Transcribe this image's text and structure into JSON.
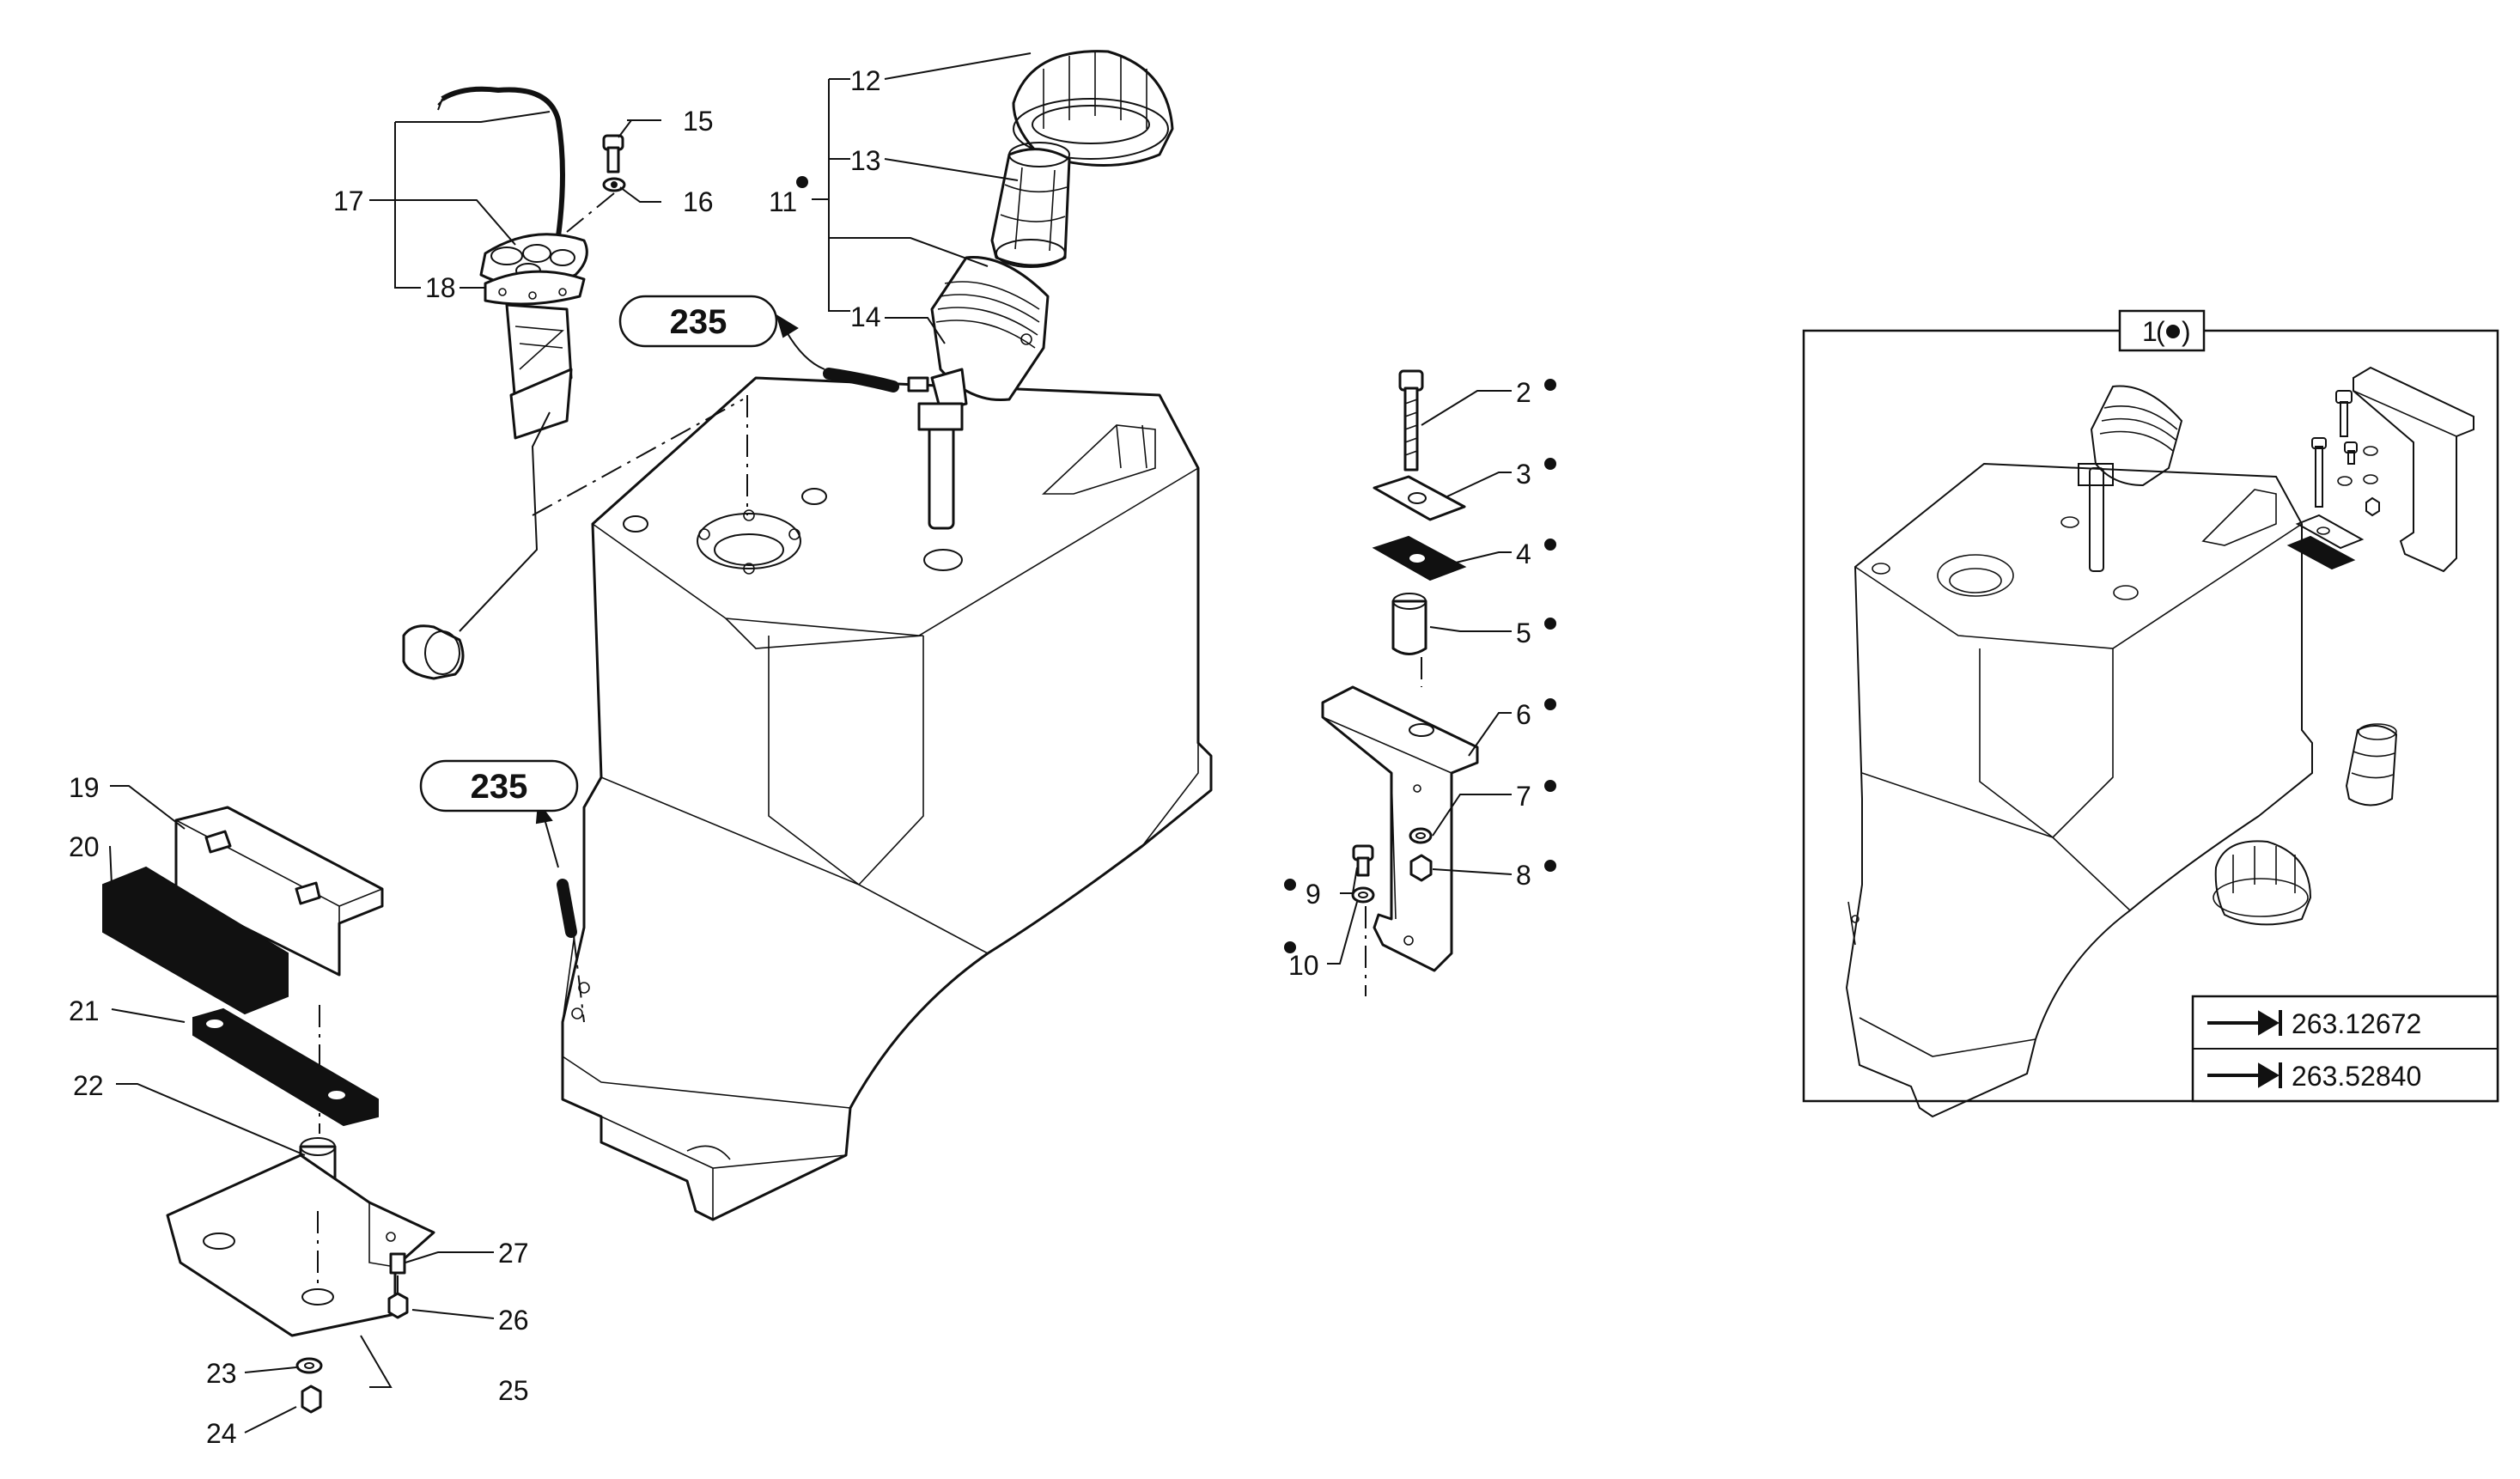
{
  "labels": {
    "l1": "1",
    "l2": "2",
    "l3": "3",
    "l4": "4",
    "l5": "5",
    "l6": "6",
    "l7": "7",
    "l8": "8",
    "l9": "9",
    "l10": "10",
    "l11": "11",
    "l12": "12",
    "l13": "13",
    "l14": "14",
    "l15": "15",
    "l16": "16",
    "l17": "17",
    "l18": "18",
    "l19": "19",
    "l20": "20",
    "l21": "21",
    "l22": "22",
    "l23": "23",
    "l24": "24",
    "l25": "25",
    "l26": "26",
    "l27": "27"
  },
  "references": {
    "upper": "235",
    "lower": "235"
  },
  "detail_box": {
    "references": [
      "263.12672",
      "263.52840"
    ]
  },
  "colors": {
    "line": "#111111",
    "background": "#ffffff"
  }
}
